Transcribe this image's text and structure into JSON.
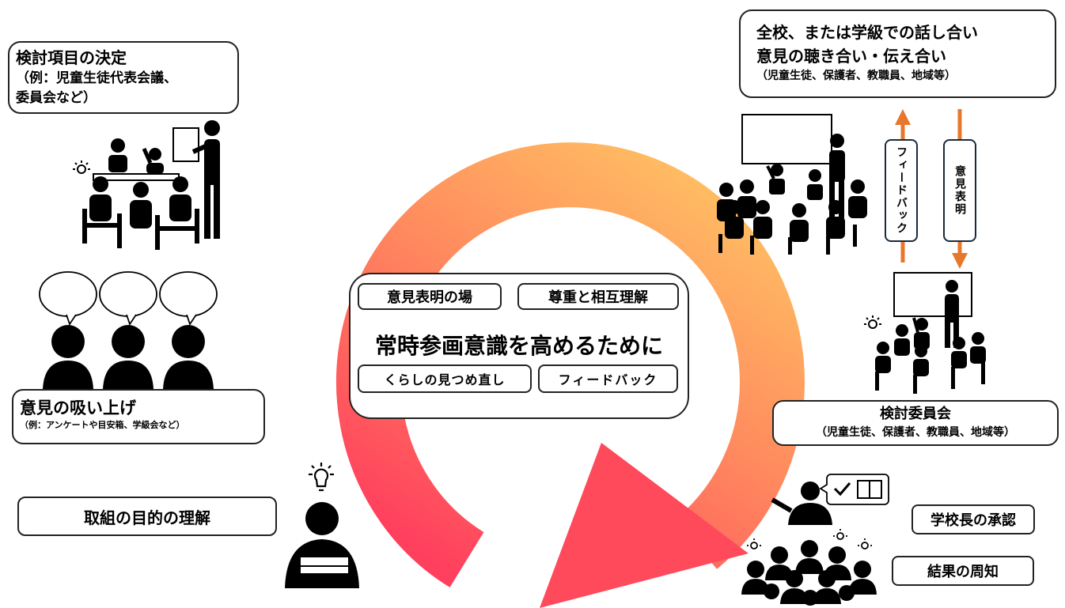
{
  "colors": {
    "cycle_start": "#ffb55a",
    "cycle_end": "#ff3f5e",
    "arrow": "#e8772e",
    "ink": "#000000"
  },
  "left": {
    "decision_box": {
      "title": "検討項目の決定",
      "line1": "（例：児童生徒代表会議、",
      "line2": "委員会など）"
    },
    "collect_box": {
      "title": "意見の吸い上げ",
      "sub": "（例：アンケートや目安箱、学級会など）"
    },
    "purpose_box": {
      "label": "取組の目的の理解"
    }
  },
  "center": {
    "chip1": "意見表明の場",
    "chip2": "尊重と相互理解",
    "title": "常時参画意識を高めるために",
    "chip3": "くらしの見つめ直し",
    "chip4": "フィードバック"
  },
  "right": {
    "discussion_box": {
      "line1": "全校、または学級での話し合い",
      "line2": "意見の聴き合い・伝え合い",
      "line3": "（児童生徒、保護者、教職員、地域等）"
    },
    "feedback_label": "フィードバック",
    "opinion_label": "意見表明",
    "committee_box": {
      "title": "検討委員会",
      "sub": "（児童生徒、保護者、教職員、地域等）"
    },
    "approval_box": "学校長の承認",
    "notify_box": "結果の周知"
  },
  "icons": [
    "meeting-presenter-icon",
    "speech-bubbles-icon",
    "thinking-person-icon",
    "classroom-discussion-icon",
    "committee-meeting-icon",
    "principal-approval-icon",
    "audience-icon"
  ]
}
